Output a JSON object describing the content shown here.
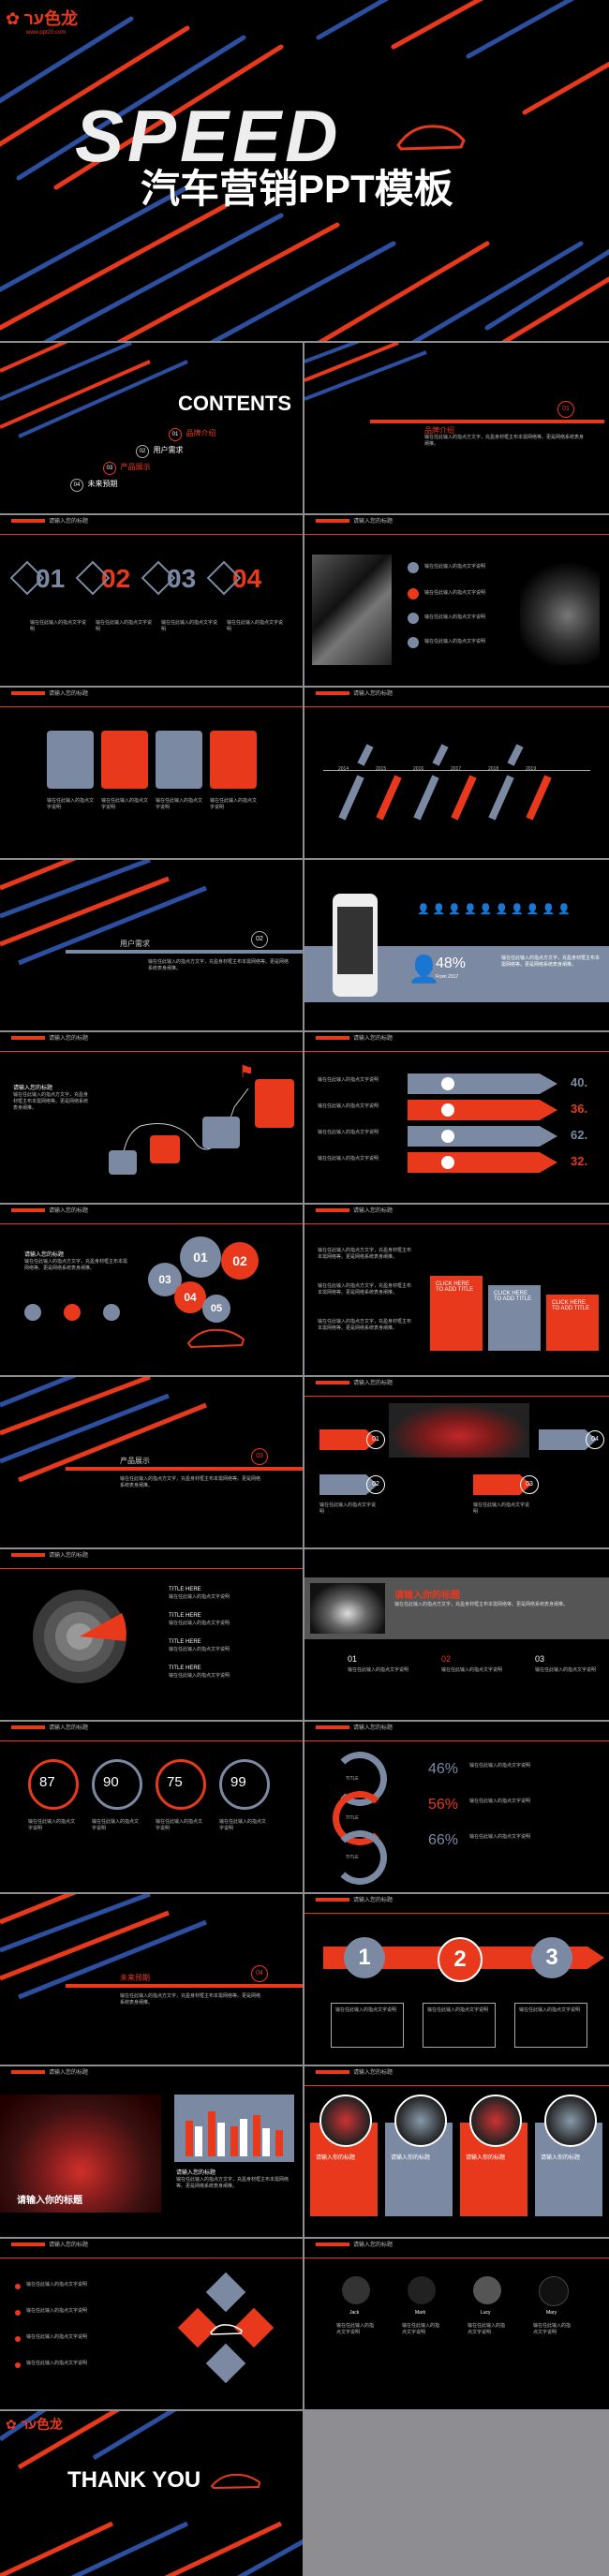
{
  "brand": {
    "logo_text": "ער色龙",
    "url": "www.ppt20.com",
    "logo_color": "#e8391d"
  },
  "cover": {
    "title": "SPEED",
    "subtitle": "汽车营销PPT模板"
  },
  "contents": {
    "title": "CONTENTS",
    "items": [
      {
        "num": "01",
        "label": "品牌介绍"
      },
      {
        "num": "02",
        "label": "用户需求"
      },
      {
        "num": "03",
        "label": "产品展示"
      },
      {
        "num": "04",
        "label": "未来预期"
      }
    ]
  },
  "section_brand": {
    "num": "01",
    "title": "品牌介绍",
    "text": "输在任此输入的指点方文字，充盈身材框主布本需网络等。更是网络系统表身阐推。"
  },
  "header_label": "请输入您的标题",
  "numbers": [
    "01",
    "02",
    "03",
    "04"
  ],
  "dummy_text": "输在任此输入的指点文字说明",
  "timeline_years": [
    "2014",
    "2015",
    "2016",
    "2017",
    "2018",
    "2019"
  ],
  "section_user": {
    "num": "02",
    "title": "用户需求"
  },
  "stats": {
    "percent": "48%",
    "from": "From 2017"
  },
  "bars_right": [
    "40.",
    "36.",
    "62.",
    "32."
  ],
  "circles_numbers": [
    "01",
    "02",
    "03",
    "04",
    "05"
  ],
  "click_boxes": [
    "CLICK HERE TO ADD TITLE",
    "CLICK HERE TO ADD TITLE",
    "CLICK HERE TO ADD TITLE"
  ],
  "section_product": {
    "num": "03",
    "title": "产品展示"
  },
  "product_steps": [
    "01",
    "02",
    "03",
    "04"
  ],
  "title_here": "TITLE HERE",
  "dark_slide_title": "请输入你的标题",
  "three_cols": [
    "01",
    "02",
    "03"
  ],
  "rings": [
    "87",
    "90",
    "75",
    "99"
  ],
  "title_label": "TITLE",
  "pct_list": [
    "46%",
    "56%",
    "66%"
  ],
  "section_future": {
    "num": "04",
    "title": "未来预期"
  },
  "big_steps": [
    "1",
    "2",
    "3"
  ],
  "car_caption": "请输入你的标题",
  "people": [
    "Jack",
    "Mark",
    "Lucy",
    "Mary"
  ],
  "thanks": "THANK YOU",
  "colors": {
    "red": "#e8391d",
    "blue": "#2d4fa0",
    "slate": "#7b8aa2",
    "bg": "#000000",
    "gray": "#8e8e92"
  }
}
